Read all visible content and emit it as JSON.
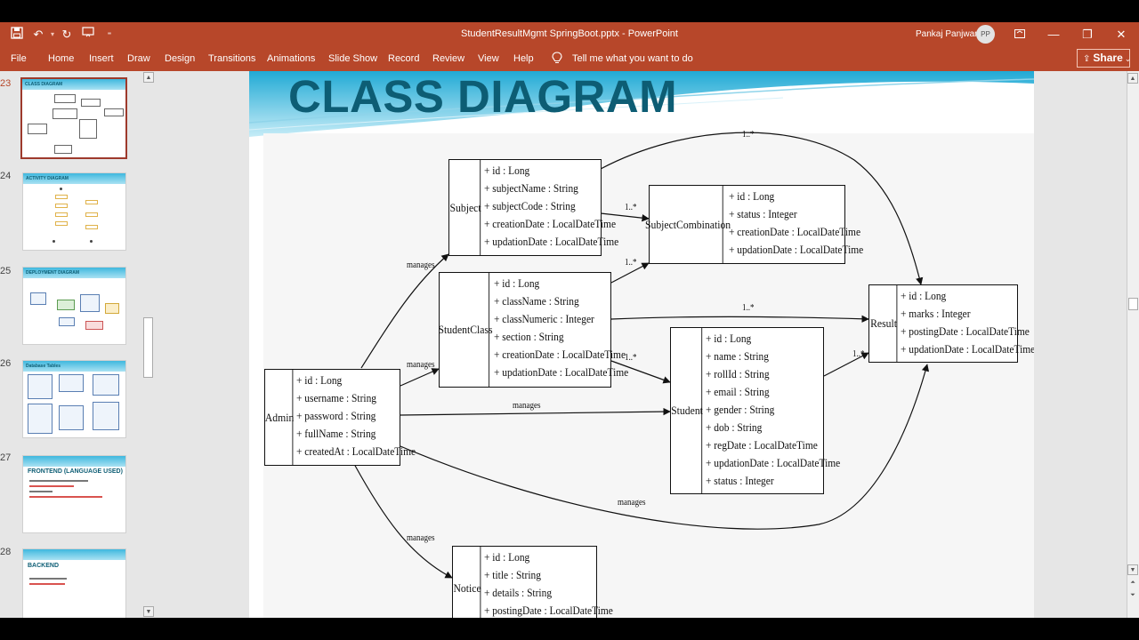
{
  "window": {
    "title": "StudentResultMgmt SpringBoot.pptx  -  PowerPoint",
    "user_name": "Pankaj Panjwani",
    "user_initials": "PP"
  },
  "ribbon": {
    "tabs": [
      "File",
      "Home",
      "Insert",
      "Draw",
      "Design",
      "Transitions",
      "Animations",
      "Slide Show",
      "Record",
      "Review",
      "View",
      "Help"
    ],
    "tell_me": "Tell me what you want to do",
    "share_label": "Share"
  },
  "slide_panel": {
    "slides": [
      {
        "number": "23",
        "title": "CLASS DIAGRAM",
        "selected": true
      },
      {
        "number": "24",
        "title": "ACTIVITY DIAGRAM"
      },
      {
        "number": "25",
        "title": "DEPLOYMENT DIAGRAM"
      },
      {
        "number": "26",
        "title": "Database Tables"
      },
      {
        "number": "27",
        "title": "FRONTEND (LANGUAGE USED)"
      },
      {
        "number": "28",
        "title": "BACKEND"
      }
    ]
  },
  "slide": {
    "title": "CLASS DIAGRAM",
    "classes": {
      "subject": {
        "name": "Subject",
        "attrs": [
          "+ id : Long",
          "+ subjectName : String",
          "+ subjectCode : String",
          "+ creationDate : LocalDateTime",
          "+ updationDate : LocalDateTime"
        ]
      },
      "subject_combination": {
        "name": "SubjectCombination",
        "attrs": [
          "+ id : Long",
          "+ status : Integer",
          "+ creationDate : LocalDateTime",
          "+ updationDate : LocalDateTime"
        ]
      },
      "student_class": {
        "name": "StudentClass",
        "attrs": [
          "+ id : Long",
          "+ className : String",
          "+ classNumeric : Integer",
          "+ section : String",
          "+ creationDate : LocalDateTime",
          "+ updationDate : LocalDateTime"
        ]
      },
      "result": {
        "name": "Result",
        "attrs": [
          "+ id : Long",
          "+ marks : Integer",
          "+ postingDate : LocalDateTime",
          "+ updationDate : LocalDateTime"
        ]
      },
      "admin": {
        "name": "Admin",
        "attrs": [
          "+ id : Long",
          "+ username : String",
          "+ password : String",
          "+ fullName : String",
          "+ createdAt : LocalDateTime"
        ]
      },
      "student": {
        "name": "Student",
        "attrs": [
          "+ id : Long",
          "+ name : String",
          "+ rollId : String",
          "+ email : String",
          "+ gender : String",
          "+ dob : String",
          "+ regDate : LocalDateTime",
          "+ updationDate : LocalDateTime",
          "+ status : Integer"
        ]
      },
      "notice": {
        "name": "Notice",
        "attrs": [
          "+ id : Long",
          "+ title : String",
          "+ details : String",
          "+ postingDate : LocalDateTime"
        ]
      }
    },
    "labels": {
      "manages": "manages",
      "one_many": "1..*"
    }
  }
}
